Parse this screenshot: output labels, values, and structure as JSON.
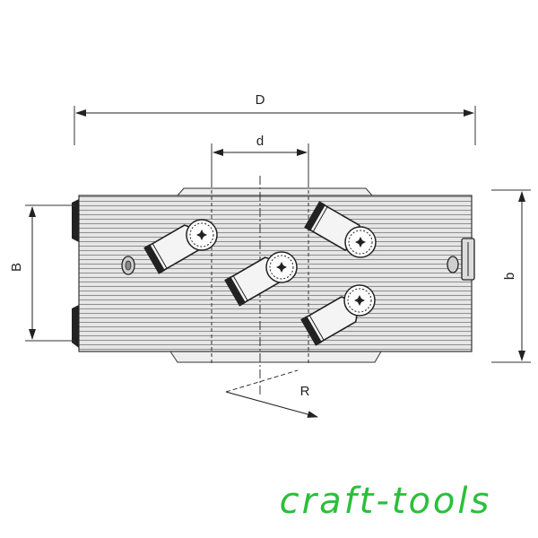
{
  "dimensions": {
    "D": "D",
    "d": "d",
    "B": "B",
    "b": "b",
    "R": "R"
  },
  "brand": {
    "text": "craft-tools",
    "color": "#2bbf3a"
  },
  "colors": {
    "body_fill": "#e6e6e6",
    "stripe": "#8f8f8f",
    "outline": "#333333",
    "hub_fill": "#eeeeee",
    "dim_line": "#222222",
    "insert_dark": "#222222"
  },
  "icons": [
    "torx-screw-icon",
    "knife-insert-icon",
    "arrow-icon"
  ]
}
